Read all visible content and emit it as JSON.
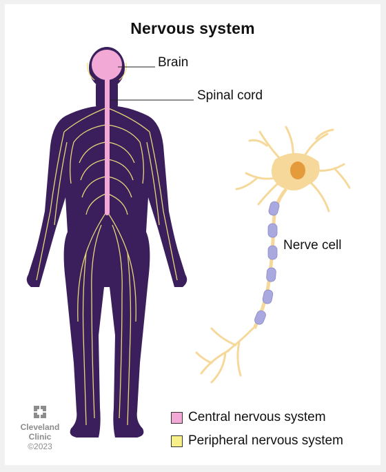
{
  "title": "Nervous system",
  "labels": {
    "brain": "Brain",
    "spinal_cord": "Spinal cord",
    "nerve_cell": "Nerve cell"
  },
  "legend": [
    {
      "label": "Central nervous system",
      "color": "#f2a9d6"
    },
    {
      "label": "Peripheral nervous system",
      "color": "#f7f08a"
    }
  ],
  "logo": {
    "name_line1": "Cleveland",
    "name_line2": "Clinic",
    "copyright": "©2023"
  },
  "colors": {
    "body": "#3a1f5c",
    "brain": "#f2a9d6",
    "nerves": "#f3e27a",
    "neuron": "#f6d99a",
    "myelin": "#a9a8df",
    "nucleus": "#e59a3c"
  }
}
